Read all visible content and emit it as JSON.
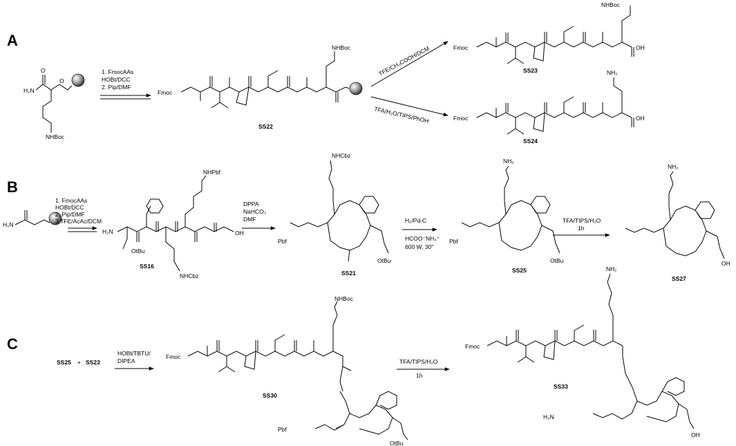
{
  "panels": [
    {
      "letter": "A"
    },
    {
      "letter": "B"
    },
    {
      "letter": "C"
    }
  ],
  "panelA": {
    "start_amine": "H₂N",
    "start_o": "O",
    "start_nhboc": "NHBoc",
    "conditions1": [
      "1. FmocAAs",
      "HOBt/DCC",
      "2. Pip/DMF"
    ],
    "fmoc": "Fmoc",
    "nhboc": "NHBoc",
    "conditions_top": "TFE/CH₃COOH/DCM",
    "conditions_bottom": "TFA/H₂O/TIPS/PhOH",
    "nh2": "NH₂",
    "oh": "OH",
    "labels": {
      "ss22": "SS22",
      "ss23": "SS23",
      "ss24": "SS24"
    }
  },
  "panelB": {
    "start_amine": "H₂N",
    "conditions1": [
      "1. FmocAAs",
      "HOBt/DCC",
      "2. Pip/DMF",
      "3.TFE/AcAc/DCM"
    ],
    "conditions2": [
      "DPPA",
      "NaHCO₃",
      "DMF"
    ],
    "conditions3": [
      "H₂/Pd-C",
      "HCOO⁻NH₄⁺",
      "600 W, 30\""
    ],
    "conditions4": [
      "TFA/TIPS/H₂O",
      "1h"
    ],
    "nhpbf": "NHPbf",
    "nhcbz": "NHCbz",
    "otbu": "OtBu",
    "pbf": "Pbf",
    "nh2": "NH₂",
    "oh": "OH",
    "labels": {
      "ss16": "SS16",
      "ss21": "SS21",
      "ss25": "SS25",
      "ss27": "SS27"
    }
  },
  "panelC": {
    "reactant1": "SS25",
    "plus": "+",
    "reactant2": "SS23",
    "conditions1": [
      "HOBt/TBTU/",
      "DIPEA"
    ],
    "conditions2": [
      "TFA/TIPS/H₂O",
      "1h"
    ],
    "fmoc": "Fmoc",
    "nhboc": "NHBoc",
    "nh2": "NH₂",
    "otbu": "OtBu",
    "oh": "OH",
    "pbf": "Pbf",
    "h2n": "H₂N",
    "labels": {
      "ss30": "SS30",
      "ss33": "SS33"
    }
  }
}
